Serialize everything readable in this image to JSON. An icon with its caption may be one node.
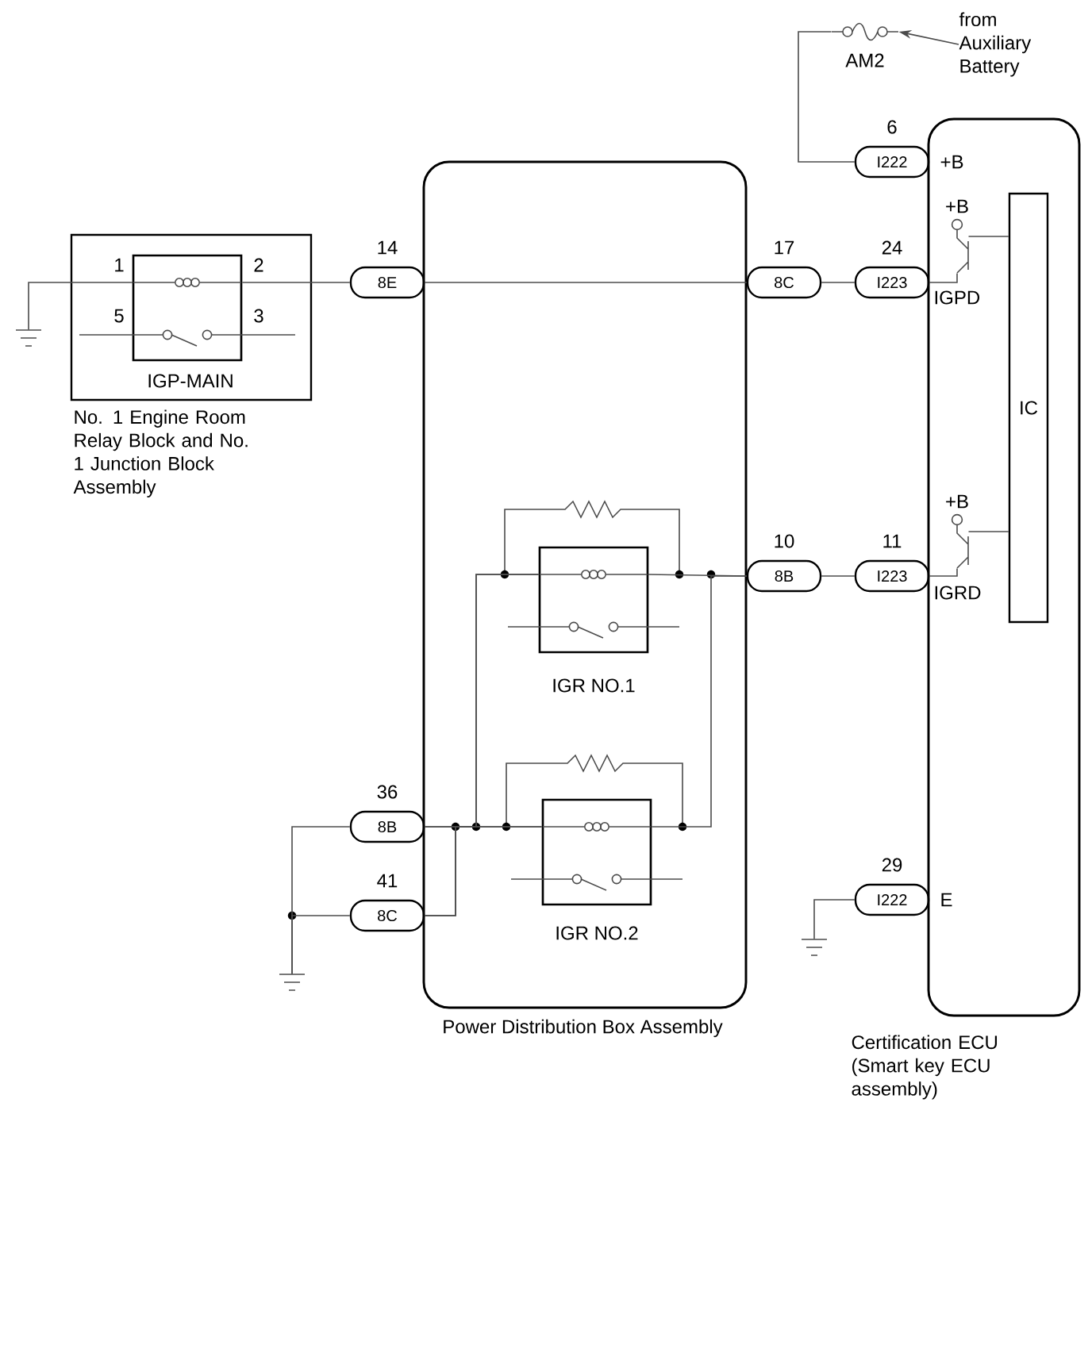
{
  "diagram": {
    "nodes": [
      {
        "text": [
          "Power Distribution Box Assembly"
        ]
      },
      {
        "text": [
          "Certification ECU (Smart key ECU assembly)"
        ]
      },
      {
        "text": [
          "No. 1 Engine Room Relay Block and No. 1 Junction Block Assembly"
        ]
      },
      {
        "text": [
          "IGP-MAIN"
        ],
        "in": 2
      },
      {
        "text": [
          "IGR NO.1"
        ],
        "in": 0
      },
      {
        "text": [
          "IGR NO.2"
        ],
        "in": 0
      },
      {
        "text": [
          "IC"
        ],
        "in": 1
      },
      {
        "text": [
          "8E"
        ],
        "beside": [
          "14"
        ]
      },
      {
        "text": [
          "8C"
        ],
        "beside": [
          "17"
        ]
      },
      {
        "text": [
          "8B"
        ],
        "beside": [
          "10"
        ]
      },
      {
        "text": [
          "8B"
        ],
        "beside": [
          "36"
        ]
      },
      {
        "text": [
          "8C"
        ],
        "beside": [
          "41"
        ]
      },
      {
        "text": [
          "I222"
        ],
        "beside": [
          "6",
          "+B"
        ]
      },
      {
        "text": [
          "I223"
        ],
        "beside": [
          "24"
        ]
      },
      {
        "text": [
          "I223"
        ],
        "beside": [
          "11"
        ]
      },
      {
        "text": [
          "I222"
        ],
        "beside": [
          "29",
          "E"
        ]
      },
      {
        "text": [
          "AM2"
        ]
      },
      {
        "text": [
          "from Auxiliary Battery"
        ]
      },
      {
        "text": [],
        "shape": "ground"
      },
      {
        "text": [],
        "shape": "ground"
      },
      {
        "text": [],
        "shape": "ground"
      },
      {
        "text": [],
        "shape": "transistor",
        "in": 1,
        "beside": [
          "+B",
          "IGPD"
        ]
      },
      {
        "text": [],
        "shape": "transistor",
        "in": 1,
        "beside": [
          "+B",
          "IGRD"
        ]
      }
    ],
    "edges": [
      {
        "from": 18,
        "to": 3,
        "arrow": "none"
      },
      {
        "from": 3,
        "to": 7,
        "arrow": "none"
      },
      {
        "from": 7,
        "to": 8,
        "arrow": "none"
      },
      {
        "from": 8,
        "to": 13,
        "arrow": "none"
      },
      {
        "from": 9,
        "to": 14,
        "arrow": "none"
      },
      {
        "from": 19,
        "to": 10,
        "arrow": "none"
      },
      {
        "from": 19,
        "to": 11,
        "arrow": "none"
      },
      {
        "from": 10,
        "to": 4,
        "arrow": "none"
      },
      {
        "from": 10,
        "to": 5,
        "arrow": "none"
      },
      {
        "from": 11,
        "to": 4,
        "arrow": "none"
      },
      {
        "from": 11,
        "to": 5,
        "arrow": "none"
      },
      {
        "from": 4,
        "to": 9,
        "arrow": "none"
      },
      {
        "from": 5,
        "to": 9,
        "arrow": "none"
      },
      {
        "from": 16,
        "to": 12,
        "arrow": "none"
      },
      {
        "from": 17,
        "to": 16,
        "arrow": "to"
      },
      {
        "from": 20,
        "to": 15,
        "arrow": "none"
      },
      {
        "from": 13,
        "to": 21,
        "arrow": "none"
      },
      {
        "from": 21,
        "to": 6,
        "arrow": "none"
      },
      {
        "from": 14,
        "to": 22,
        "arrow": "none"
      },
      {
        "from": 22,
        "to": 6,
        "arrow": "none"
      }
    ],
    "labels": [
      "1",
      "2",
      "5",
      "3"
    ]
  }
}
